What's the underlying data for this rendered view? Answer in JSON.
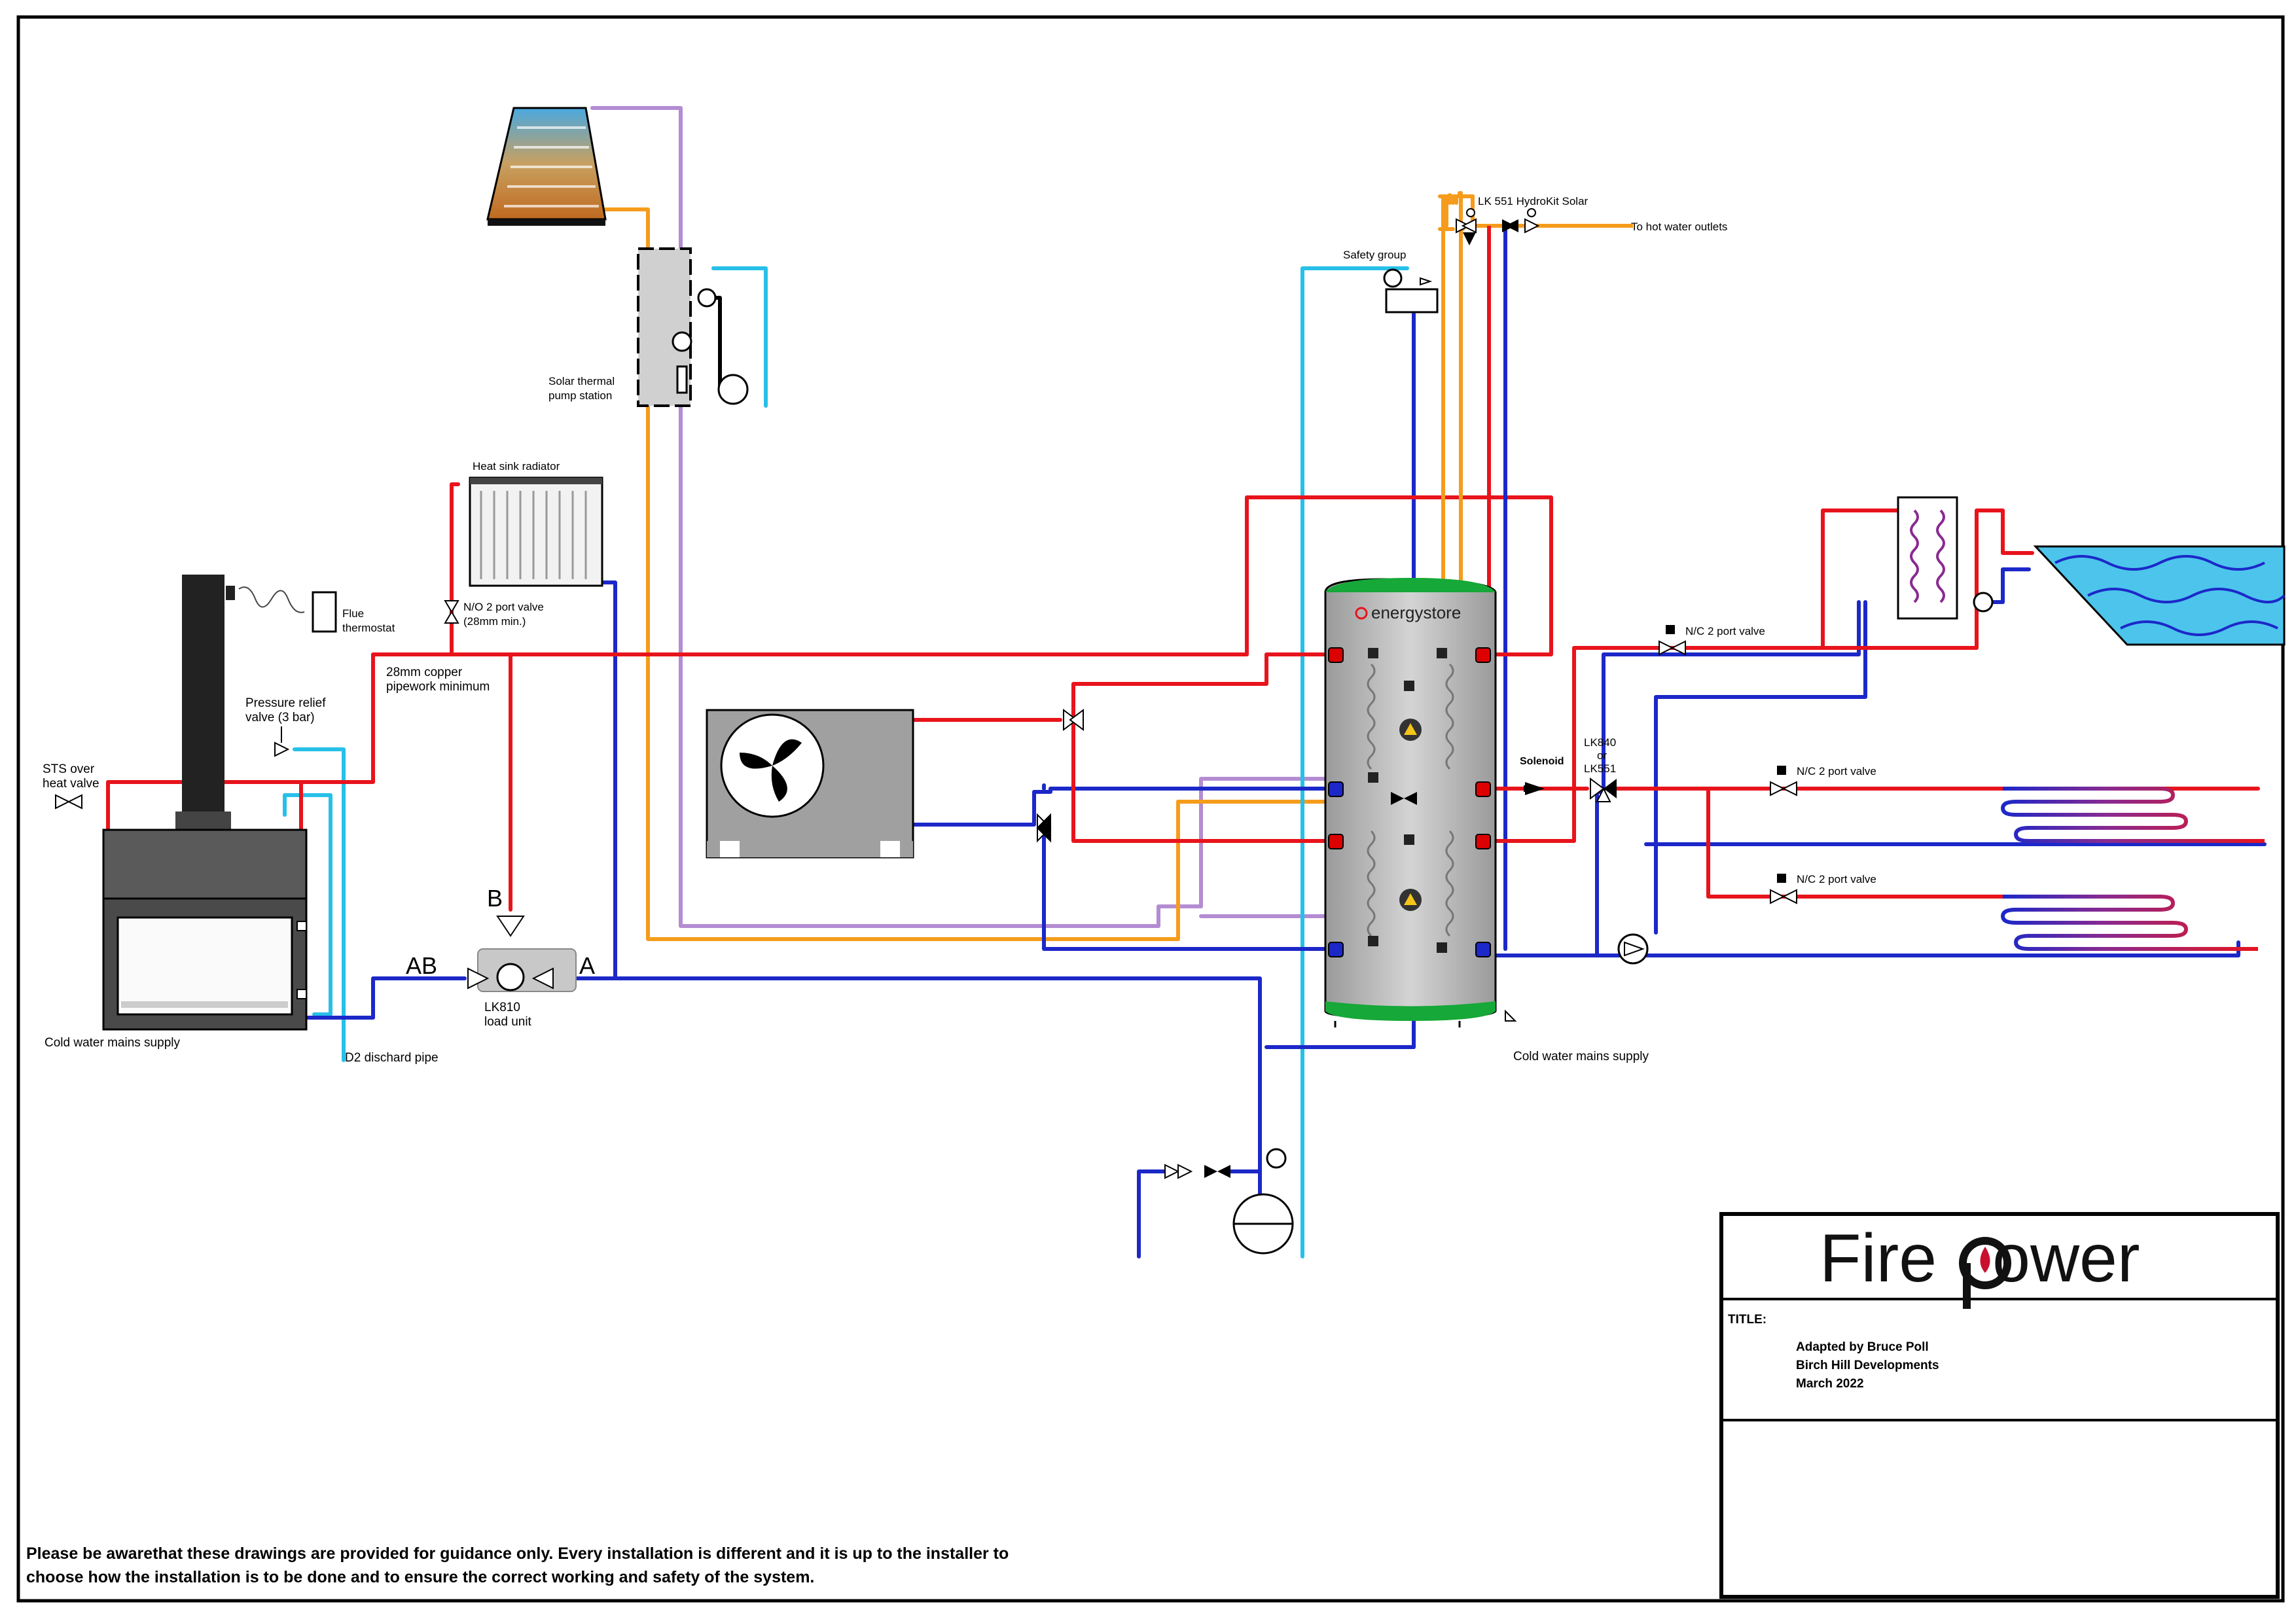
{
  "title_block": {
    "brand_prefix": "Fire",
    "brand_suffix": "ower",
    "title_label": "TITLE:",
    "credit_lines": [
      "Adapted by Bruce Poll",
      "Birch Hill Developments",
      "March 2022"
    ]
  },
  "disclaimer": [
    "Please be awarethat these drawings are provided for guidance only. Every installation is different and it is up to the installer to",
    "choose how the installation is to be done and to ensure the correct working and safety of the system."
  ],
  "labels": {
    "heat_sink": "Heat sink radiator",
    "no_valve_1": "N/O 2 port valve",
    "no_valve_2": "(28mm min.)",
    "flue_1": "Flue",
    "flue_2": "thermostat",
    "copper_1": "28mm copper",
    "copper_2": "pipework minimum",
    "prv_1": "Pressure relief",
    "prv_2": "valve (3 bar)",
    "sts_1": "STS over",
    "sts_2": "heat  valve",
    "cold_left": "Cold water mains supply",
    "d2": "D2 dischard pipe",
    "port_b": "B",
    "port_ab": "AB",
    "port_a": "A",
    "lk810_1": "LK810",
    "lk810_2": "load unit",
    "solar_1": "Solar thermal",
    "solar_2": "pump station",
    "safety": "Safety group",
    "hydrokit": "LK 551 HydroKit Solar",
    "hot_outlets": "To hot water outlets",
    "energystore": "energystore",
    "solenoid": "Solenoid",
    "lk840_1": "LK840",
    "lk840_2": "or",
    "lk840_3": "LK551",
    "nc_pool": "N/C 2 port valve",
    "nc_ufh1": "N/C 2 port valve",
    "nc_ufh2": "N/C 2 port valve",
    "cold_right": "Cold water mains supply"
  },
  "colors": {
    "red": "#e8141c",
    "blue": "#1c28c8",
    "cyan": "#27c0e8",
    "orange": "#f59c1c",
    "purple": "#b48cd2",
    "tank_body": "#bdbdbd",
    "tank_cap": "#16a838",
    "pool": "#4cc4ec",
    "logo_drop": "#c8102e"
  }
}
